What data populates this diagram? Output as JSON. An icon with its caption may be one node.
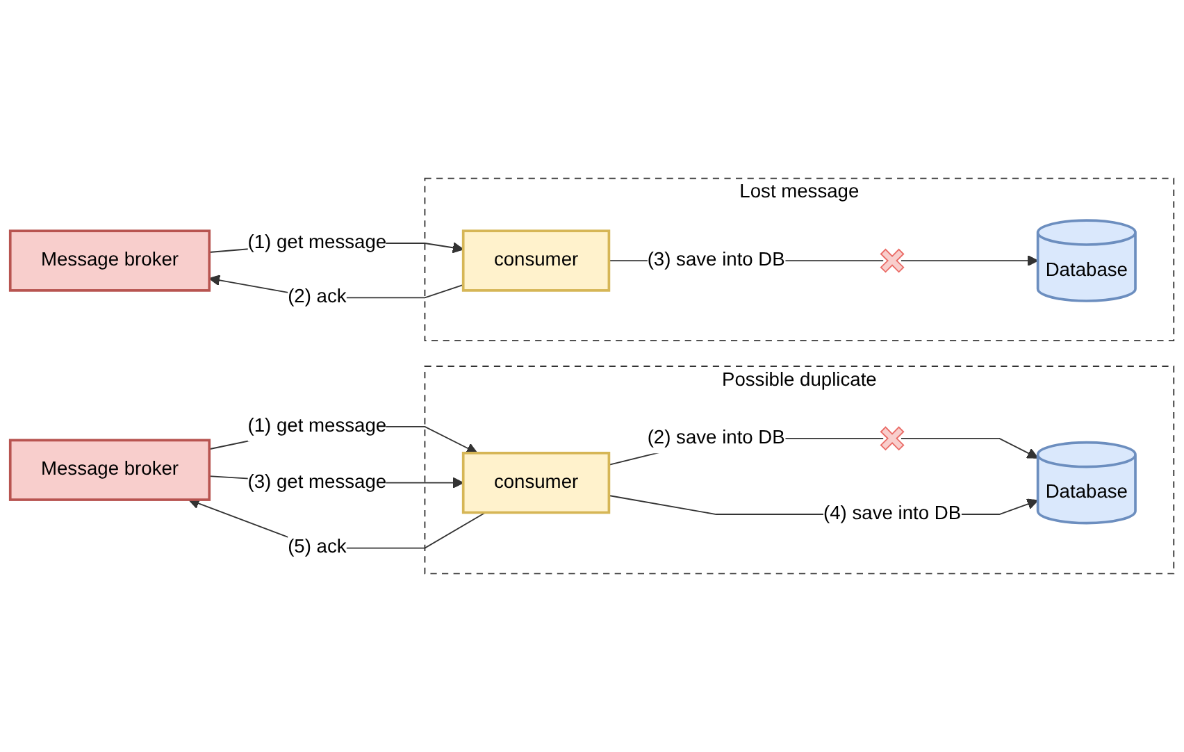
{
  "diagram": {
    "nodes": [
      {
        "text": [
          "Lost message"
        ]
      },
      {
        "text": [
          "Message broker"
        ]
      },
      {
        "text": [
          "consumer"
        ],
        "in": 0
      },
      {
        "text": [],
        "shape": "cross",
        "in": 0
      },
      {
        "text": [
          "Database"
        ],
        "in": 0
      },
      {
        "text": [
          "Possible duplicate"
        ]
      },
      {
        "text": [
          "Message broker"
        ]
      },
      {
        "text": [
          "consumer"
        ],
        "in": 5
      },
      {
        "text": [],
        "shape": "cross",
        "in": 5
      },
      {
        "text": [
          "Database"
        ],
        "in": 5
      }
    ],
    "edges": [
      {
        "from": 1,
        "to": 2,
        "arrow": "to",
        "label": "(1) get message"
      },
      {
        "from": 2,
        "to": 1,
        "arrow": "to",
        "label": "(2) ack"
      },
      {
        "from": 2,
        "to": 3,
        "arrow": "none",
        "label": "(3) save into DB"
      },
      {
        "from": 3,
        "to": 4,
        "arrow": "to"
      },
      {
        "from": 6,
        "to": 7,
        "arrow": "to",
        "label": "(1) get message"
      },
      {
        "from": 7,
        "to": 8,
        "arrow": "none",
        "label": "(2) save into DB"
      },
      {
        "from": 8,
        "to": 9,
        "arrow": "to"
      },
      {
        "from": 6,
        "to": 7,
        "arrow": "to",
        "label": "(3) get message"
      },
      {
        "from": 7,
        "to": 9,
        "arrow": "to",
        "label": "(4) save into DB"
      },
      {
        "from": 7,
        "to": 6,
        "arrow": "to",
        "label": "(5) ack"
      }
    ]
  }
}
